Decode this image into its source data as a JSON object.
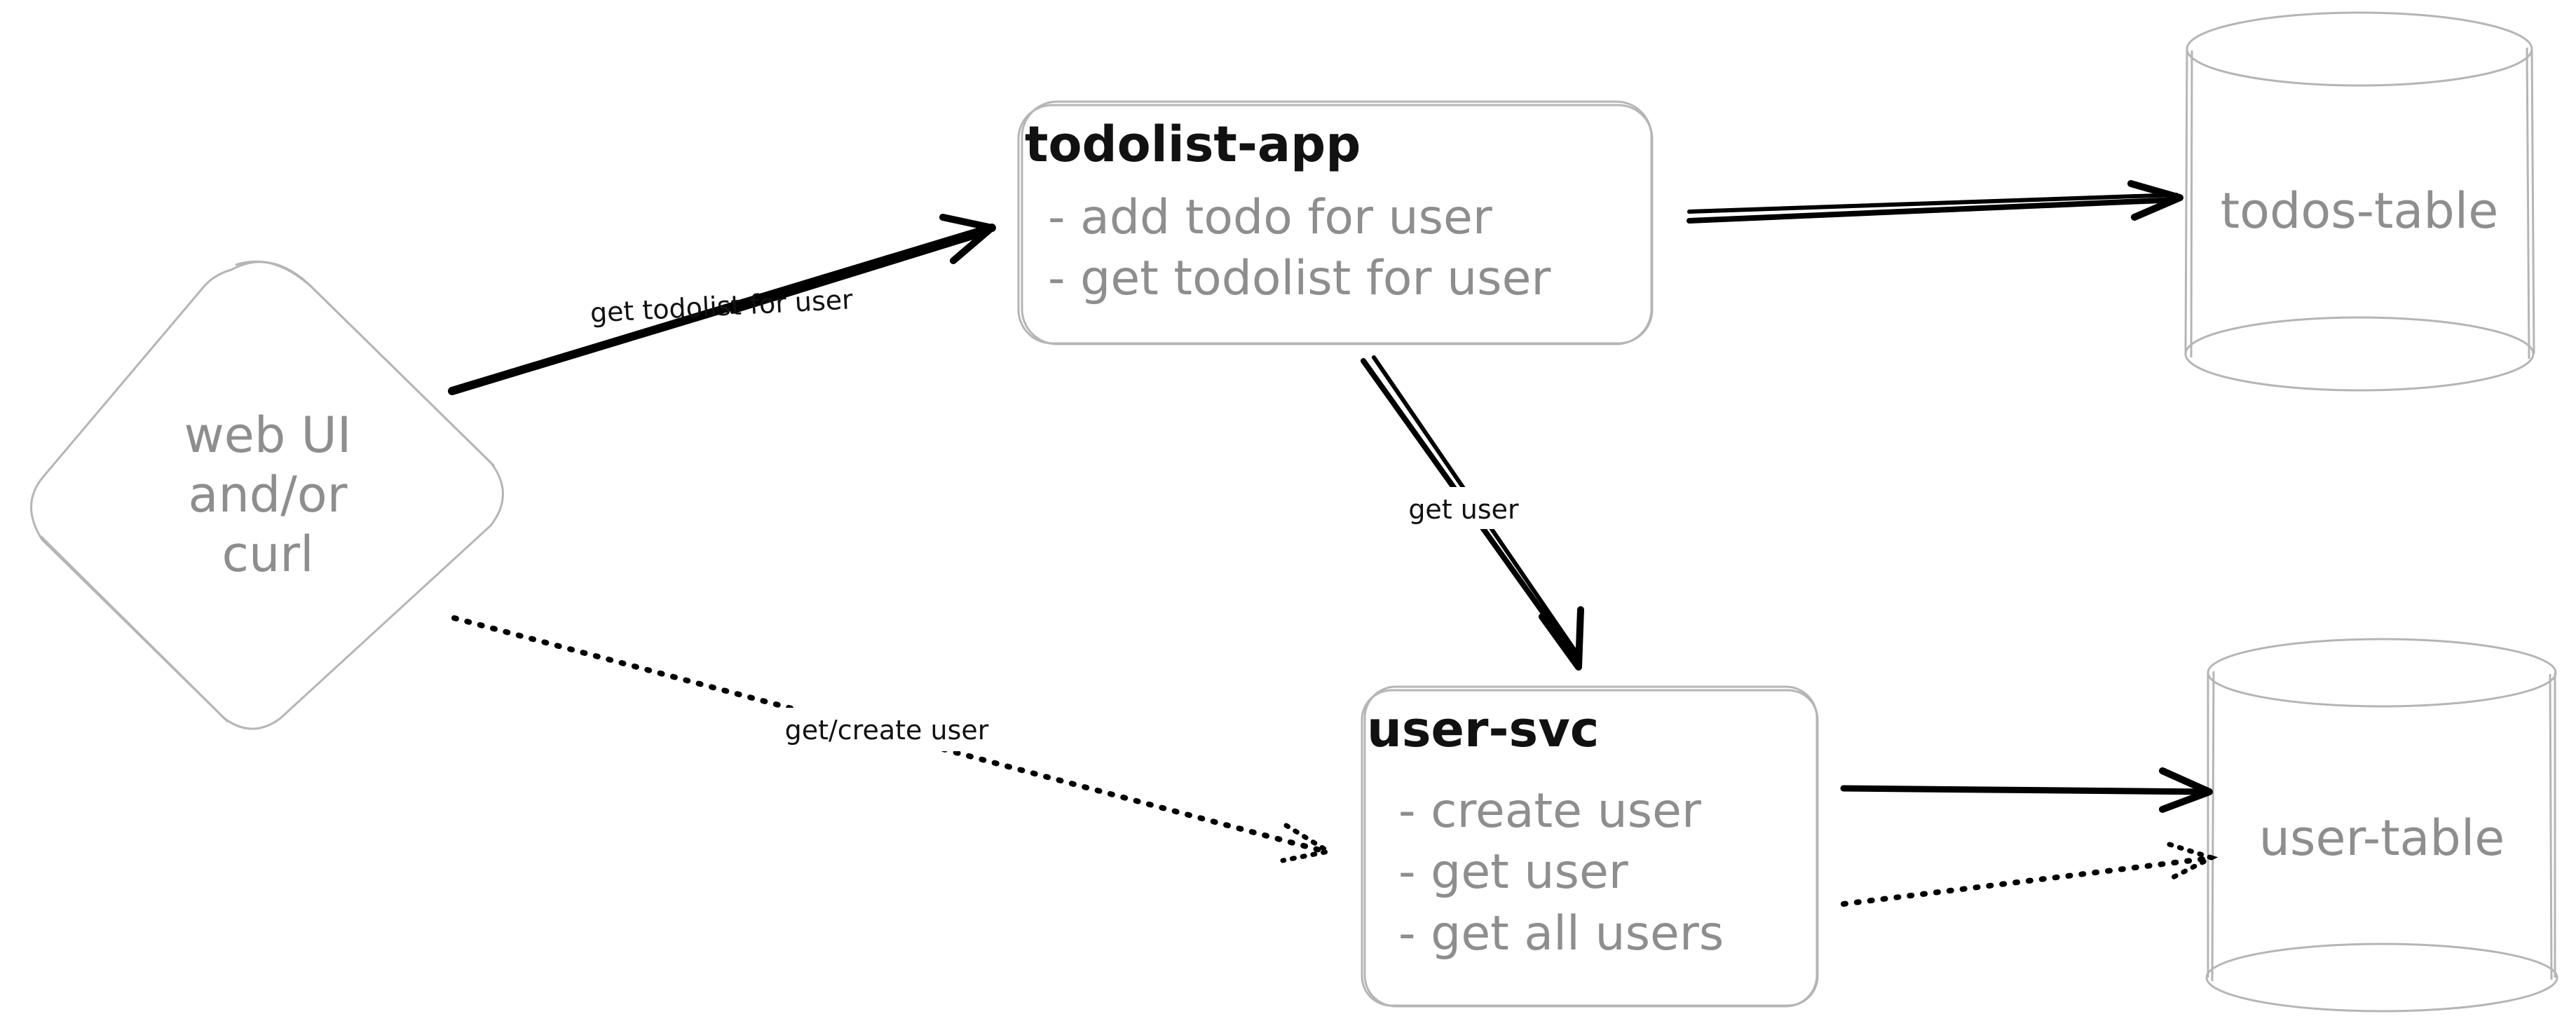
{
  "colors": {
    "client_fill": "#f3d7f7",
    "todolist_fill": "#fde6d1",
    "usersvc_fill": "#d9ddf7",
    "todos_top": "#c7eedc",
    "todos_bottom": "#d9f5cf",
    "users_top": "#f8d5d8",
    "users_bottom": "#f8d0d8",
    "stroke": "#b5b5b5",
    "edge": "#000000",
    "muted_text": "#8e8e8e"
  },
  "client": {
    "lines": [
      "web UI",
      "and/or",
      "curl"
    ]
  },
  "todolist_app": {
    "title": "todolist-app",
    "items": [
      "- add todo for user",
      "- get todolist for user"
    ]
  },
  "user_svc": {
    "title": "user-svc",
    "items": [
      "- create user",
      "- get user",
      "- get all users"
    ]
  },
  "todos_table": {
    "label": "todos-table"
  },
  "user_table": {
    "label": "user-table"
  },
  "edges": {
    "client_to_todolist": {
      "label": "get todolist for user",
      "style": "solid"
    },
    "todolist_to_usersvc": {
      "label": "get user",
      "style": "solid"
    },
    "client_to_usersvc": {
      "label": "get/create user",
      "style": "dotted"
    },
    "todolist_to_todos": {
      "label": "",
      "style": "solid"
    },
    "usersvc_to_users_solid": {
      "label": "",
      "style": "solid"
    },
    "usersvc_to_users_dotted": {
      "label": "",
      "style": "dotted"
    }
  }
}
